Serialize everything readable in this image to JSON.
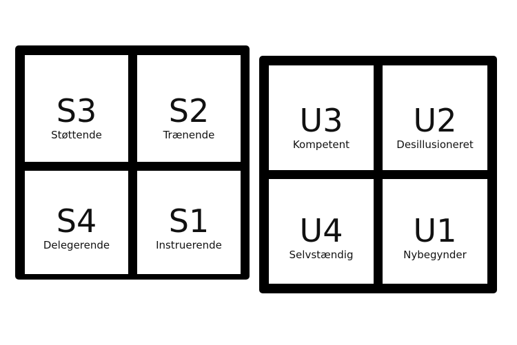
{
  "left_grid": {
    "cells": [
      {
        "code": "S3",
        "label": "Støttende"
      },
      {
        "code": "S2",
        "label": "Trænende"
      },
      {
        "code": "S4",
        "label": "Delegerende"
      },
      {
        "code": "S1",
        "label": "Instruerende"
      }
    ]
  },
  "right_grid": {
    "cells": [
      {
        "code": "U3",
        "label": "Kompetent"
      },
      {
        "code": "U2",
        "label": "Desillusioneret"
      },
      {
        "code": "U4",
        "label": "Selvstændig"
      },
      {
        "code": "U1",
        "label": "Nybegynder"
      }
    ]
  }
}
